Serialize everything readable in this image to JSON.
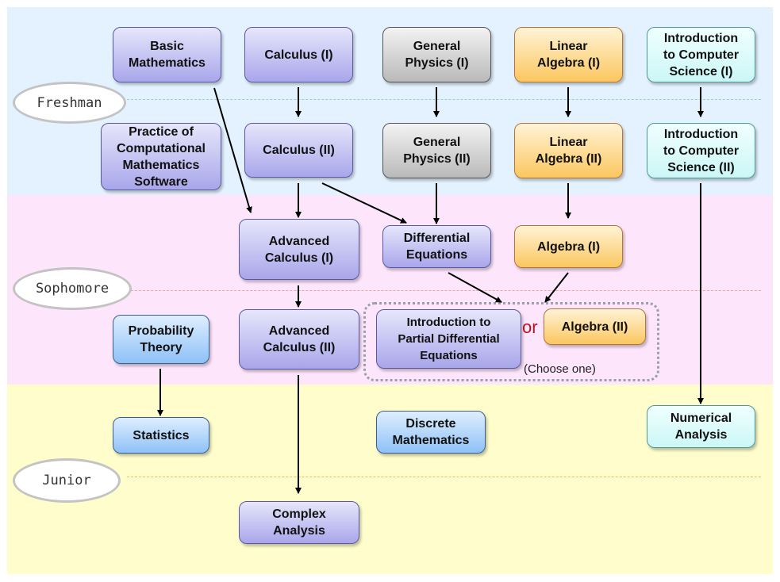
{
  "title": "Mathematics Curriculum Roadmap",
  "colors": {
    "freshman_band": "#e3f2fe",
    "sophomore_band": "#fde5fb",
    "junior_band": "#fefdcb",
    "or_text": "#c0101e"
  },
  "years": [
    {
      "id": "freshman",
      "label": "Freshman"
    },
    {
      "id": "sophomore",
      "label": "Sophomore"
    },
    {
      "id": "junior",
      "label": "Junior"
    }
  ],
  "courses": {
    "basic_math": {
      "label": "Basic\nMathematics",
      "category": "math"
    },
    "calc1": {
      "label": "Calculus (I)",
      "category": "math"
    },
    "phys1": {
      "label": "General\nPhysics (I)",
      "category": "physics"
    },
    "linalg1": {
      "label": "Linear\nAlgebra (I)",
      "category": "algebra"
    },
    "cs1": {
      "label": "Introduction\nto Computer\nScience (I)",
      "category": "cs"
    },
    "practice": {
      "label": "Practice of\nComputational\nMathematics\nSoftware",
      "category": "math"
    },
    "calc2": {
      "label": "Calculus (II)",
      "category": "math"
    },
    "phys2": {
      "label": "General\nPhysics (II)",
      "category": "physics"
    },
    "linalg2": {
      "label": "Linear\nAlgebra (II)",
      "category": "algebra"
    },
    "cs2": {
      "label": "Introduction\nto Computer\nScience (II)",
      "category": "cs"
    },
    "advcalc1": {
      "label": "Advanced\nCalculus (I)",
      "category": "math"
    },
    "diffeq": {
      "label": "Differential\nEquations",
      "category": "math"
    },
    "alg1": {
      "label": "Algebra (I)",
      "category": "algebra"
    },
    "prob": {
      "label": "Probability\nTheory",
      "category": "stats"
    },
    "advcalc2": {
      "label": "Advanced\nCalculus (II)",
      "category": "math"
    },
    "pde": {
      "label": "Introduction to\nPartial Differential\nEquations",
      "category": "math"
    },
    "alg2": {
      "label": "Algebra (II)",
      "category": "algebra"
    },
    "stats": {
      "label": "Statistics",
      "category": "stats"
    },
    "discrete": {
      "label": "Discrete\nMathematics",
      "category": "stats"
    },
    "numerical": {
      "label": "Numerical\nAnalysis",
      "category": "cs"
    },
    "complex": {
      "label": "Complex\nAnalysis",
      "category": "math"
    }
  },
  "choice_group": {
    "or_label": "or",
    "note": "(Choose one)",
    "options": [
      "pde",
      "alg2"
    ]
  },
  "prerequisites": [
    {
      "from": "calc1",
      "to": "calc2"
    },
    {
      "from": "phys1",
      "to": "phys2"
    },
    {
      "from": "linalg1",
      "to": "linalg2"
    },
    {
      "from": "cs1",
      "to": "cs2"
    },
    {
      "from": "basic_math",
      "to": "advcalc1"
    },
    {
      "from": "calc2",
      "to": "advcalc1"
    },
    {
      "from": "calc2",
      "to": "diffeq"
    },
    {
      "from": "phys2",
      "to": "diffeq"
    },
    {
      "from": "linalg2",
      "to": "alg1"
    },
    {
      "from": "advcalc1",
      "to": "advcalc2"
    },
    {
      "from": "diffeq",
      "to": "choice_group"
    },
    {
      "from": "alg1",
      "to": "choice_group"
    },
    {
      "from": "prob",
      "to": "stats"
    },
    {
      "from": "advcalc2",
      "to": "complex"
    },
    {
      "from": "cs2",
      "to": "numerical"
    }
  ]
}
